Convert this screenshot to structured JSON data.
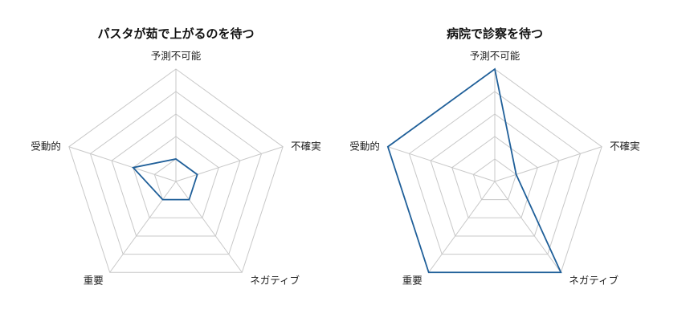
{
  "chart_data": [
    {
      "type": "radar",
      "title": "パスタが茹で上がるのを待つ",
      "axes": [
        "予測不可能",
        "不確実",
        "ネガティブ",
        "重要",
        "受動的"
      ],
      "rlim": [
        0,
        5
      ],
      "grid": true,
      "series": [
        {
          "values": [
            1,
            1,
            1,
            1,
            2
          ],
          "color": "#1f5f99"
        }
      ]
    },
    {
      "type": "radar",
      "title": "病院で診察を待つ",
      "axes": [
        "予測不可能",
        "不確実",
        "ネガティブ",
        "重要",
        "受動的"
      ],
      "rlim": [
        0,
        5
      ],
      "grid": true,
      "series": [
        {
          "values": [
            5,
            1,
            5,
            5,
            5
          ],
          "color": "#1f5f99"
        }
      ]
    }
  ],
  "colors": {
    "grid": "#c8c8c8",
    "series": "#1f5f99",
    "text": "#222222"
  }
}
